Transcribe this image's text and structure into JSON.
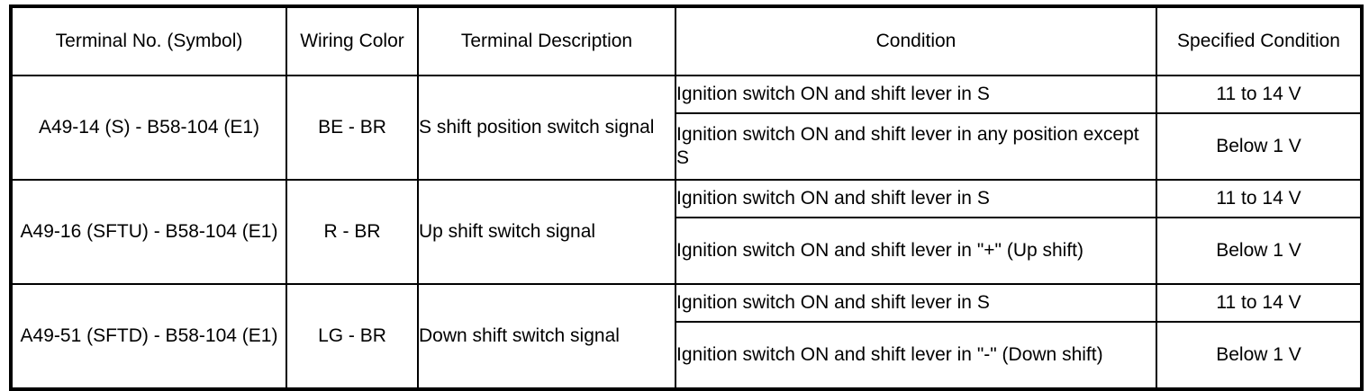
{
  "table": {
    "headers": [
      "Terminal No. (Symbol)",
      "Wiring Color",
      "Terminal Description",
      "Condition",
      "Specified Condition"
    ],
    "rows": [
      {
        "terminal": "A49-14 (S) - B58-104 (E1)",
        "wiring_color": "BE - BR",
        "description": "S shift position switch signal",
        "conditions": [
          {
            "condition": "Ignition switch ON and shift lever in S",
            "specified": "11 to 14 V"
          },
          {
            "condition": "Ignition switch ON and shift lever in any position except S",
            "specified": "Below 1 V"
          }
        ]
      },
      {
        "terminal": "A49-16 (SFTU) - B58-104 (E1)",
        "wiring_color": "R - BR",
        "description": "Up shift switch signal",
        "conditions": [
          {
            "condition": "Ignition switch ON and shift lever in S",
            "specified": "11 to 14 V"
          },
          {
            "condition": "Ignition switch ON and shift lever in \"+\" (Up shift)",
            "specified": "Below 1 V"
          }
        ]
      },
      {
        "terminal": "A49-51 (SFTD) - B58-104 (E1)",
        "wiring_color": "LG - BR",
        "description": "Down shift switch signal",
        "conditions": [
          {
            "condition": "Ignition switch ON and shift lever in S",
            "specified": "11 to 14 V"
          },
          {
            "condition": "Ignition switch ON and shift lever in \"-\" (Down shift)",
            "specified": "Below 1 V"
          }
        ]
      }
    ]
  }
}
